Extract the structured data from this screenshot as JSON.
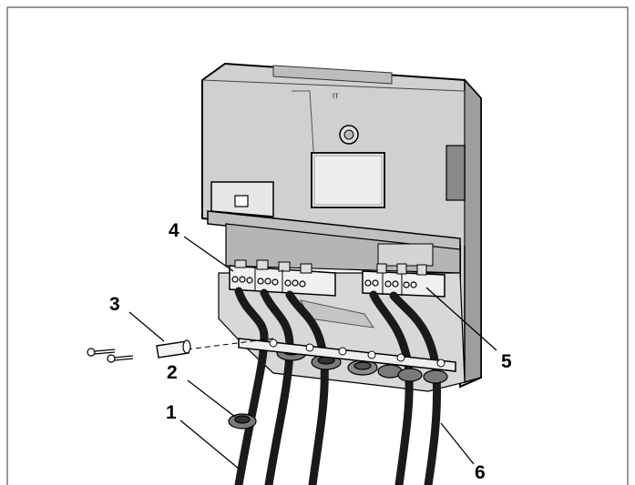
{
  "callouts": [
    {
      "id": "1",
      "text": "1"
    },
    {
      "id": "2",
      "text": "2"
    },
    {
      "id": "3",
      "text": "3"
    },
    {
      "id": "4",
      "text": "4"
    },
    {
      "id": "5",
      "text": "5"
    },
    {
      "id": "6",
      "text": "6"
    }
  ],
  "colors": {
    "housing": "#c9c9c9",
    "housing_dark": "#9e9e9e",
    "terminal": "#e6e6e6",
    "cable": "#1a1a1a",
    "grommet": "#7a7a7a",
    "line": "#000000",
    "frame": "#555555"
  }
}
